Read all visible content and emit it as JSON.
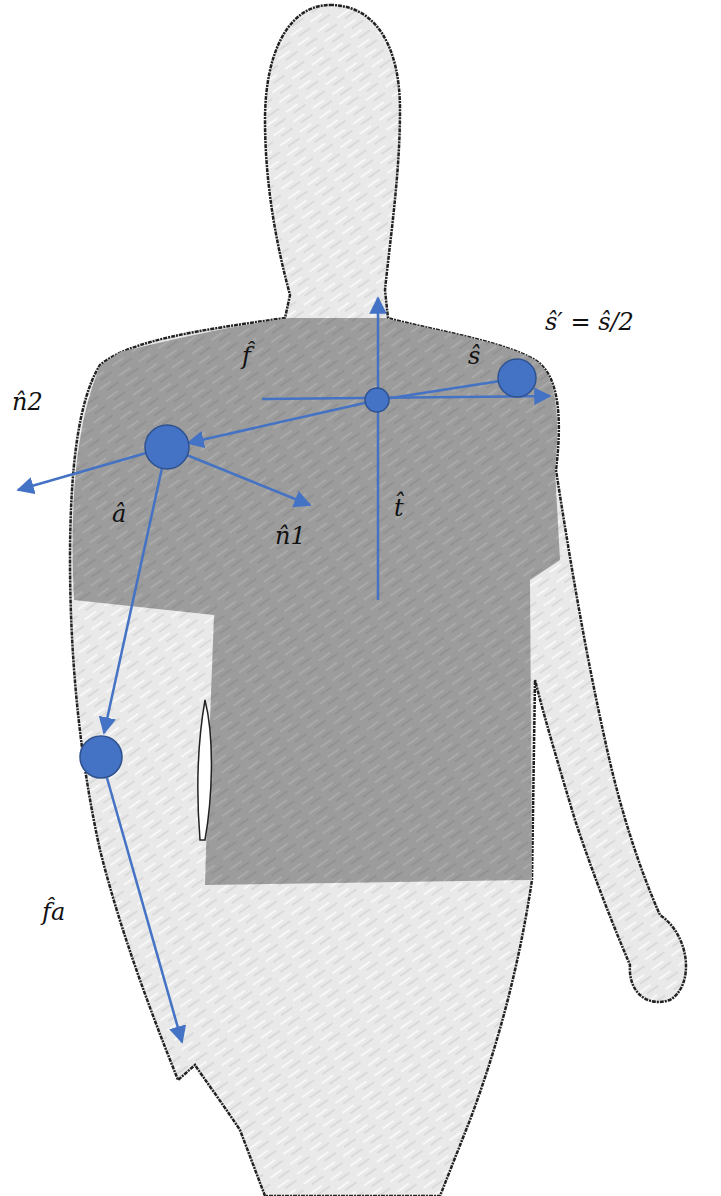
{
  "diagram": {
    "labels": [
      "ŝ′ = ŝ/2",
      "ŝ",
      "f̂",
      "n̂2",
      "â",
      "n̂1",
      "t̂",
      "f̂a"
    ]
  }
}
